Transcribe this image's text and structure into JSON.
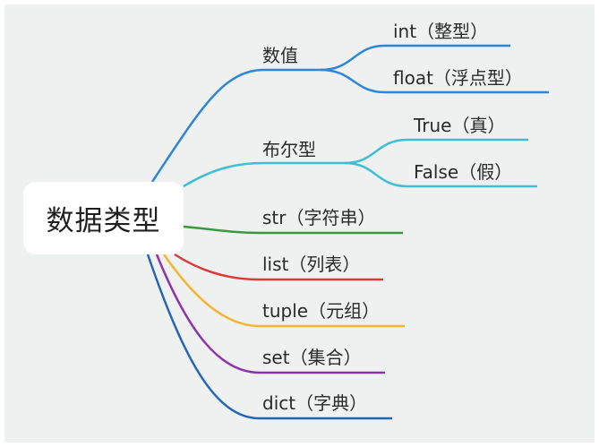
{
  "root": {
    "label": "数据类型"
  },
  "branches": {
    "numeric": {
      "label": "数值",
      "color": "#2f86d8",
      "children": [
        {
          "label": "int（整型）"
        },
        {
          "label": "float（浮点型）"
        }
      ]
    },
    "boolean": {
      "label": "布尔型",
      "color": "#3fbfd6",
      "children": [
        {
          "label": "True（真）"
        },
        {
          "label": "False（假）"
        }
      ]
    },
    "str": {
      "label": "str（字符串）",
      "color": "#3a9a3a"
    },
    "list": {
      "label": "list（列表）",
      "color": "#d93a3a"
    },
    "tuple": {
      "label": "tuple（元组）",
      "color": "#f5b52e"
    },
    "set": {
      "label": "set（集合）",
      "color": "#8e33b0"
    },
    "dict": {
      "label": "dict（字典）",
      "color": "#2565b8"
    }
  }
}
